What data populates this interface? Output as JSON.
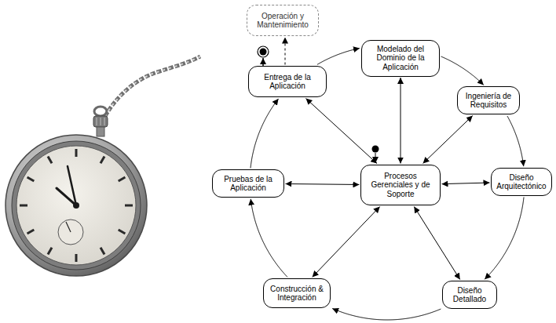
{
  "diagram": {
    "nodes": [
      {
        "text": [
          "Operación y Mantenimiento"
        ]
      },
      {
        "text": [
          "Modelado del Dominio de la Aplicación"
        ]
      },
      {
        "text": [
          "Ingeniería de Requisitos"
        ]
      },
      {
        "text": [
          "Diseño Arquitectónico"
        ]
      },
      {
        "text": [
          "Diseño Detallado"
        ]
      },
      {
        "text": [
          "Construcción & Integración"
        ]
      },
      {
        "text": [
          "Pruebas de la Aplicación"
        ]
      },
      {
        "text": [
          "Entrega de la Aplicación"
        ]
      },
      {
        "text": [
          "Procesos Gerenciales y de Soporte"
        ]
      }
    ],
    "edges": [
      {
        "from": 1,
        "to": 2,
        "arrow": "to"
      },
      {
        "from": 2,
        "to": 3,
        "arrow": "to"
      },
      {
        "from": 3,
        "to": 4,
        "arrow": "to"
      },
      {
        "from": 4,
        "to": 5,
        "arrow": "to"
      },
      {
        "from": 5,
        "to": 6,
        "arrow": "to"
      },
      {
        "from": 6,
        "to": 7,
        "arrow": "to"
      },
      {
        "from": 7,
        "to": 1,
        "arrow": "to"
      },
      {
        "from": 7,
        "to": 0,
        "arrow": "to"
      },
      {
        "from": 8,
        "to": 1,
        "arrow": "both"
      },
      {
        "from": 8,
        "to": 2,
        "arrow": "both"
      },
      {
        "from": 8,
        "to": 3,
        "arrow": "both"
      },
      {
        "from": 8,
        "to": 4,
        "arrow": "both"
      },
      {
        "from": 8,
        "to": 5,
        "arrow": "both"
      },
      {
        "from": 8,
        "to": 6,
        "arrow": "both"
      },
      {
        "from": 8,
        "to": 7,
        "arrow": "both"
      }
    ]
  }
}
